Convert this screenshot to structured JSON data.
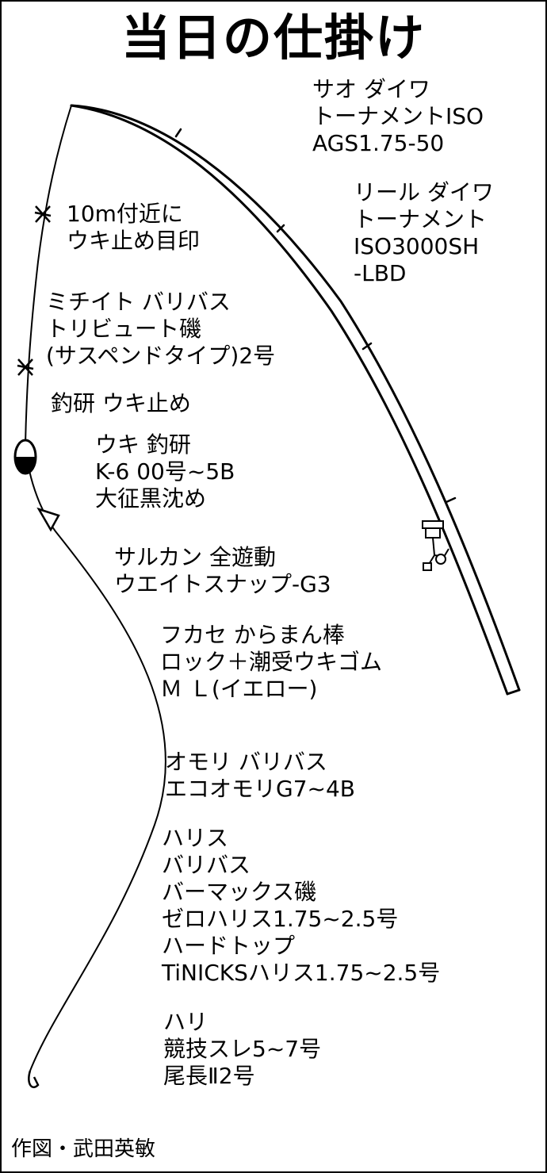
{
  "title": "当日の仕掛け",
  "rod": {
    "lines": [
      "サオ ダイワ",
      "トーナメントISO",
      "AGS1.75-50"
    ]
  },
  "reel": {
    "lines": [
      "リール ダイワ",
      "トーナメント",
      "ISO3000SH",
      "-LBD"
    ]
  },
  "marker": {
    "lines": [
      "10m付近に",
      "ウキ止め目印"
    ]
  },
  "mainline": {
    "lines": [
      "ミチイト バリバス",
      "トリビュート磯",
      "(サスペンドタイプ)2号"
    ]
  },
  "stopper": {
    "lines": [
      "釣研 ウキ止め"
    ]
  },
  "float": {
    "lines": [
      "ウキ 釣研",
      "K-6 00号~5B",
      "大征黒沈め"
    ]
  },
  "swivel": {
    "lines": [
      "サルカン 全遊動",
      "ウエイトスナップ-G3"
    ]
  },
  "rubber": {
    "lines": [
      "フカセ からまん棒",
      "ロック＋潮受ウキゴム",
      "Ｍ Ｌ(イエロー)"
    ]
  },
  "sinker": {
    "lines": [
      "オモリ バリバス",
      "エコオモリG7~4B"
    ]
  },
  "leader": {
    "lines": [
      "ハリス",
      "バリバス",
      "バーマックス磯",
      "ゼロハリス1.75~2.5号",
      "ハードトップ",
      "TiNICKSハリス1.75~2.5号"
    ]
  },
  "hook": {
    "lines": [
      "ハリ",
      "競技スレ5~7号",
      "尾長Ⅱ2号"
    ]
  },
  "credit": "作図・武田英敏"
}
